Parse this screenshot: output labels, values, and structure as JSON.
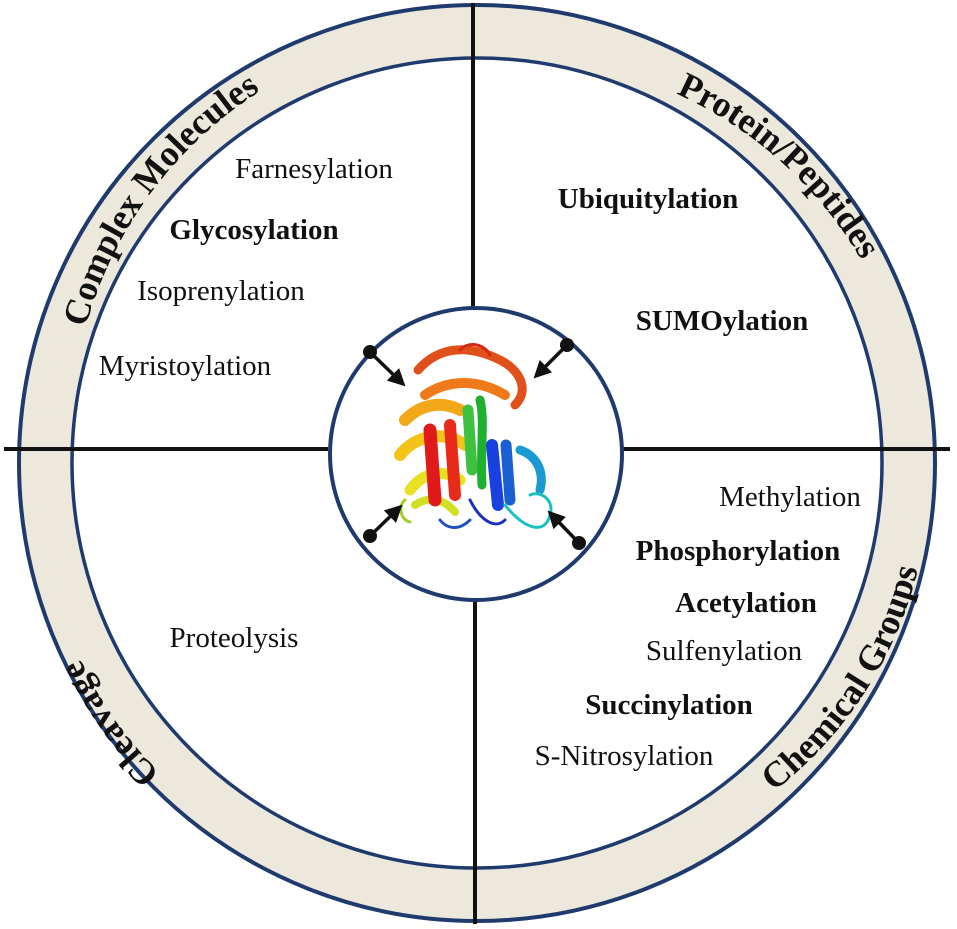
{
  "quadrants": {
    "complex_molecules": {
      "ring_label": "Complex Molecules",
      "items": [
        {
          "text": "Farnesylation",
          "bold": false
        },
        {
          "text": "Glycosylation",
          "bold": true
        },
        {
          "text": "Isoprenylation",
          "bold": false
        },
        {
          "text": "Myristoylation",
          "bold": false
        }
      ]
    },
    "protein_peptides": {
      "ring_label": "Protein/Peptides",
      "items": [
        {
          "text": "Ubiquitylation",
          "bold": true
        },
        {
          "text": "SUMOylation",
          "bold": true
        }
      ]
    },
    "cleavage": {
      "ring_label": "Cleavage",
      "items": [
        {
          "text": "Proteolysis",
          "bold": false
        }
      ]
    },
    "chemical_groups": {
      "ring_label": "Chemical Groups",
      "items": [
        {
          "text": "Methylation",
          "bold": false
        },
        {
          "text": "Phosphorylation",
          "bold": true
        },
        {
          "text": "Acetylation",
          "bold": true
        },
        {
          "text": "Sulfenylation",
          "bold": false
        },
        {
          "text": "Succinylation",
          "bold": true
        },
        {
          "text": "S-Nitrosylation",
          "bold": false
        }
      ]
    }
  },
  "center": {
    "image": "protein-ribbon-structure",
    "arrows": [
      "top-left",
      "top-right",
      "bottom-left",
      "bottom-right"
    ]
  },
  "colors": {
    "ring_fill": "#ece8dc",
    "circle_stroke": "#1f3b6e",
    "divider": "#111111"
  }
}
